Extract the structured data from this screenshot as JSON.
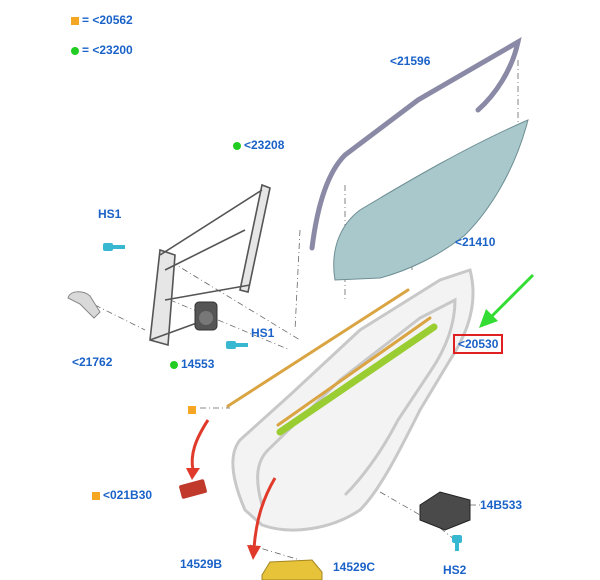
{
  "legend": {
    "orange_label": "= <20562",
    "green_label": "= <23200"
  },
  "parts": {
    "p21596": "<21596",
    "p23208": "<23208",
    "p21410": "<21410",
    "hs1_top": "HS1",
    "hs1_mid": "HS1",
    "p21762": "<21762",
    "p14553": "14553",
    "p20530": "<20530",
    "p021B30": "<021B30",
    "p14B533": "14B533",
    "p14529B": "14529B",
    "p14529C": "14529C",
    "hs2": "HS2"
  },
  "colors": {
    "label_blue": "#1a62c7",
    "orange_marker": "#f5a623",
    "green_marker": "#22cc22",
    "highlight_red": "#e02020",
    "glass": "#9fc3c8",
    "seal_green": "#9acd32",
    "arrow_green": "#33dd33",
    "arrow_red": "#e03a2a"
  }
}
